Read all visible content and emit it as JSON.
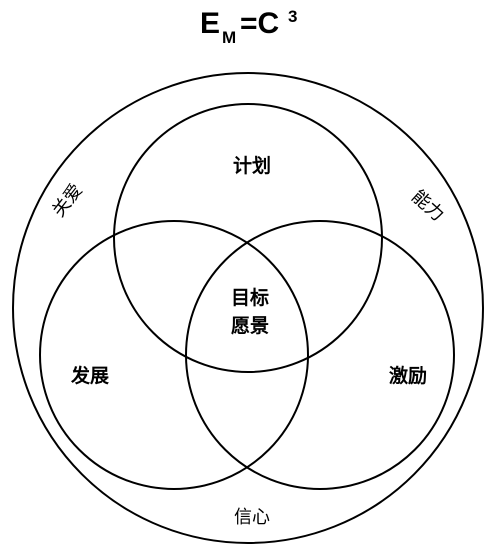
{
  "title": {
    "base_e": "E",
    "sub_m": "M",
    "equals_c": "=C",
    "sup_3": "3"
  },
  "circles": {
    "top": "计划",
    "left": "发展",
    "right": "激励",
    "center_line1": "目标",
    "center_line2": "愿景"
  },
  "ring": {
    "upper_left": "关爱",
    "upper_right": "能力",
    "bottom": "信心"
  },
  "colors": {
    "stroke": "#000000",
    "text": "#000000",
    "background": "#ffffff"
  }
}
